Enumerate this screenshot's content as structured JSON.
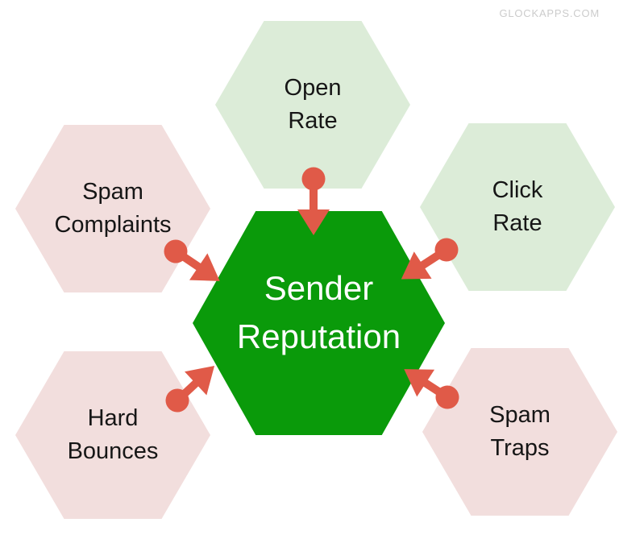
{
  "watermark": "GLOCKAPPS.COM",
  "diagram": {
    "center": {
      "id": "sender-reputation",
      "label": "Sender Reputation",
      "lines": [
        "Sender",
        "Reputation"
      ]
    },
    "nodes": [
      {
        "id": "open-rate",
        "label": "Open Rate",
        "lines": [
          "Open",
          "Rate"
        ],
        "tone": "light-green",
        "position": "top"
      },
      {
        "id": "spam-complaints",
        "label": "Spam Complaints",
        "lines": [
          "Spam",
          "Complaints"
        ],
        "tone": "light-pink",
        "position": "upper-left"
      },
      {
        "id": "click-rate",
        "label": "Click Rate",
        "lines": [
          "Click",
          "Rate"
        ],
        "tone": "light-green",
        "position": "upper-right"
      },
      {
        "id": "hard-bounces",
        "label": "Hard Bounces",
        "lines": [
          "Hard",
          "Bounces"
        ],
        "tone": "light-pink",
        "position": "lower-left"
      },
      {
        "id": "spam-traps",
        "label": "Spam Traps",
        "lines": [
          "Spam",
          "Traps"
        ],
        "tone": "light-pink",
        "position": "lower-right"
      }
    ],
    "arrows": [
      {
        "from": "open-rate",
        "to": "sender-reputation"
      },
      {
        "from": "spam-complaints",
        "to": "sender-reputation"
      },
      {
        "from": "click-rate",
        "to": "sender-reputation"
      },
      {
        "from": "hard-bounces",
        "to": "sender-reputation"
      },
      {
        "from": "spam-traps",
        "to": "sender-reputation"
      }
    ]
  },
  "colors": {
    "background": "#ffffff",
    "center_hex": "#0a9a0a",
    "light_green_hex": "#dcecd8",
    "light_pink_hex": "#f2dedd",
    "arrow": "#e05a48",
    "center_text": "#ffffff",
    "node_text": "#161616",
    "watermark": "#cccccc"
  }
}
